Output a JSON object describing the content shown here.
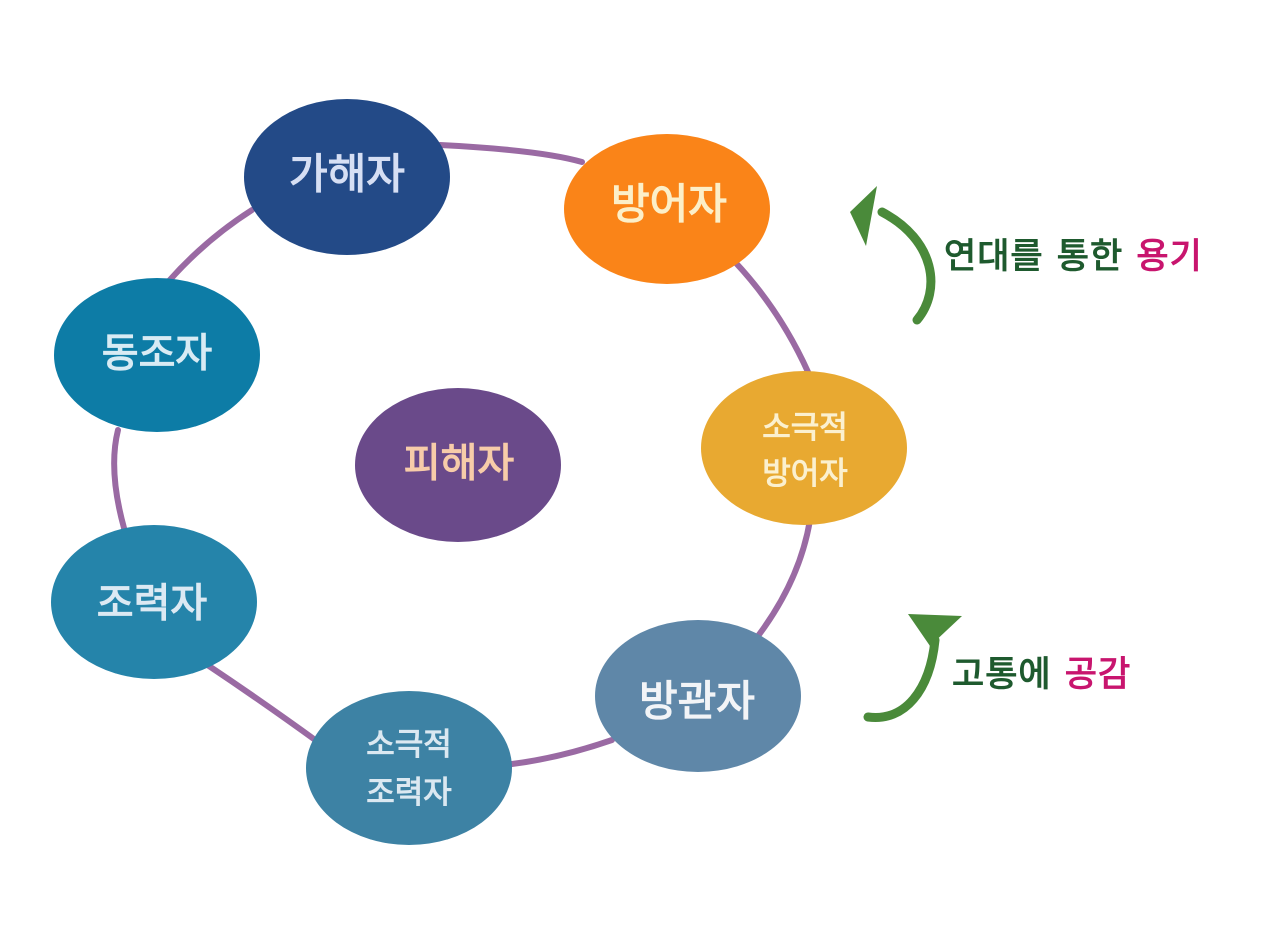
{
  "colors": {
    "ring": "#9a6aa3",
    "arrow": "#4a8a3a",
    "note_main": "#1e5a2e",
    "note_highlight": "#c8156e"
  },
  "nodes": {
    "perpetrator": {
      "label": "가해자",
      "fill": "#234a87",
      "text_color": "#d6dff4"
    },
    "defender": {
      "label": "방어자",
      "fill": "#fa8418",
      "text_color": "#fcefc8"
    },
    "passive_defender": {
      "line1": "소극적",
      "line2": "방어자",
      "fill": "#e8a931",
      "text_color": "#fbf0cf"
    },
    "bystander": {
      "label": "방관자",
      "fill": "#5f87a8",
      "text_color": "#f2f4f7"
    },
    "passive_assistant": {
      "line1": "소극적",
      "line2": "조력자",
      "fill": "#3d82a4",
      "text_color": "#dbe8f1"
    },
    "assistant": {
      "label": "조력자",
      "fill": "#2584aa",
      "text_color": "#dce9f3"
    },
    "reinforcer": {
      "label": "동조자",
      "fill": "#0d7ca6",
      "text_color": "#d8ebf4"
    },
    "victim": {
      "label": "피해자",
      "fill": "#6a4a8a",
      "text_color": "#f7cca9"
    }
  },
  "notes": {
    "courage": {
      "main": "연대를 통한 ",
      "highlight": "용기"
    },
    "empathy": {
      "main": "고통에 ",
      "highlight": "공감"
    }
  }
}
